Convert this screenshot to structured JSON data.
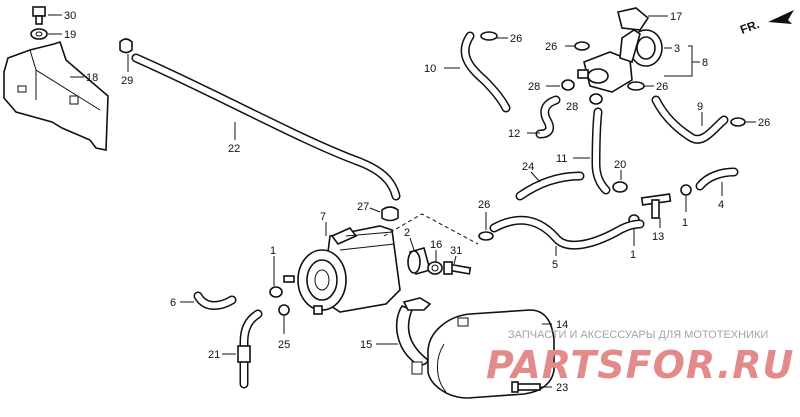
{
  "callouts": {
    "c1a": "1",
    "c1b": "1",
    "c1c": "1",
    "c2": "2",
    "c3": "3",
    "c4": "4",
    "c5": "5",
    "c6": "6",
    "c7": "7",
    "c8": "8",
    "c9": "9",
    "c10": "10",
    "c11": "11",
    "c12": "12",
    "c13": "13",
    "c14": "14",
    "c15": "15",
    "c16": "16",
    "c17": "17",
    "c18": "18",
    "c19": "19",
    "c20": "20",
    "c21": "21",
    "c22": "22",
    "c23": "23",
    "c24": "24",
    "c25": "25",
    "c26a": "26",
    "c26b": "26",
    "c26c": "26",
    "c26d": "26",
    "c26e": "26",
    "c27": "27",
    "c28a": "28",
    "c28b": "28",
    "c29": "29",
    "c30": "30",
    "c31": "31"
  },
  "direction_label": "FR.",
  "watermark": {
    "tagline": "ЗАПЧАСТИ И АКСЕССУАРЫ ДЛЯ МОТОТЕХНИКИ",
    "logo": "PARTSFOR.RU"
  }
}
